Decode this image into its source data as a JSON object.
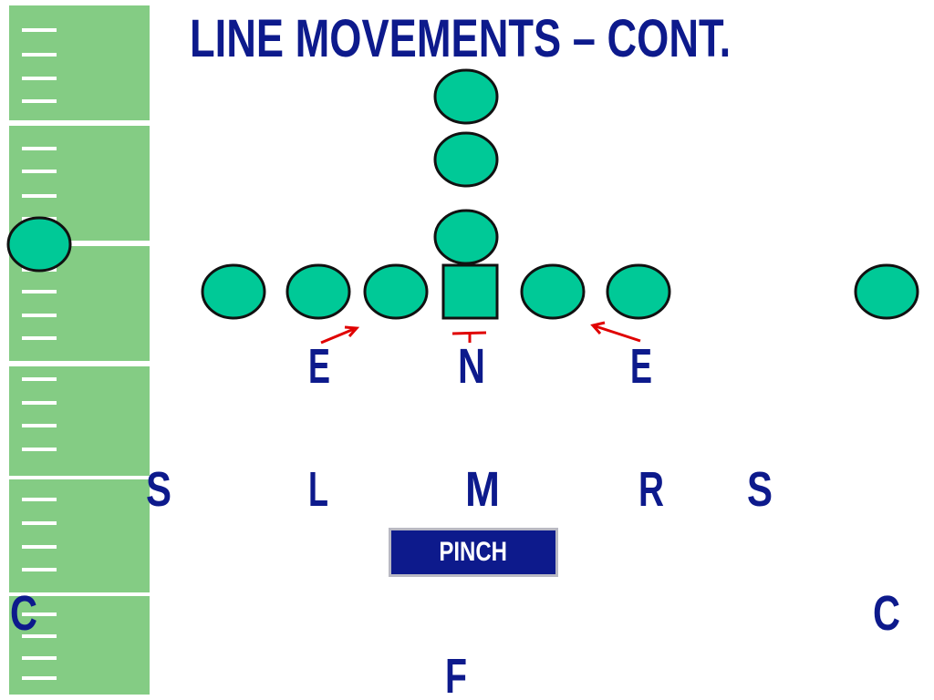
{
  "slide": {
    "title": "LINE MOVEMENTS – CONT."
  },
  "colors": {
    "title": "#0d1a8c",
    "label": "#0d1a8c",
    "player_fill": "#00c997",
    "player_stroke": "#111111",
    "field_green": "#84cc84",
    "field_line": "#ffffff",
    "arrow": "#e00000",
    "call_box_fill": "#0d1a8c",
    "call_box_border": "#b9b9c3",
    "call_box_text": "#ffffff"
  },
  "offense": [
    {
      "id": "wing-left",
      "shape": "circle"
    },
    {
      "id": "split-end",
      "shape": "circle"
    },
    {
      "id": "left-tackle",
      "shape": "circle"
    },
    {
      "id": "left-guard",
      "shape": "circle"
    },
    {
      "id": "left-end",
      "shape": "circle"
    },
    {
      "id": "center",
      "shape": "square"
    },
    {
      "id": "right-guard",
      "shape": "circle"
    },
    {
      "id": "right-tackle",
      "shape": "circle"
    },
    {
      "id": "split-right",
      "shape": "circle"
    },
    {
      "id": "quarterback",
      "shape": "circle"
    },
    {
      "id": "fullback",
      "shape": "circle"
    },
    {
      "id": "tailback",
      "shape": "circle"
    }
  ],
  "defense": {
    "line": [
      "E",
      "N",
      "E"
    ],
    "linebackers": [
      "S",
      "L",
      "M",
      "R",
      "S"
    ],
    "corners": [
      "C",
      "C"
    ],
    "free_safety": "F"
  },
  "call": {
    "label": "PINCH"
  },
  "icons": {
    "movement": "red-arrow-icon"
  }
}
